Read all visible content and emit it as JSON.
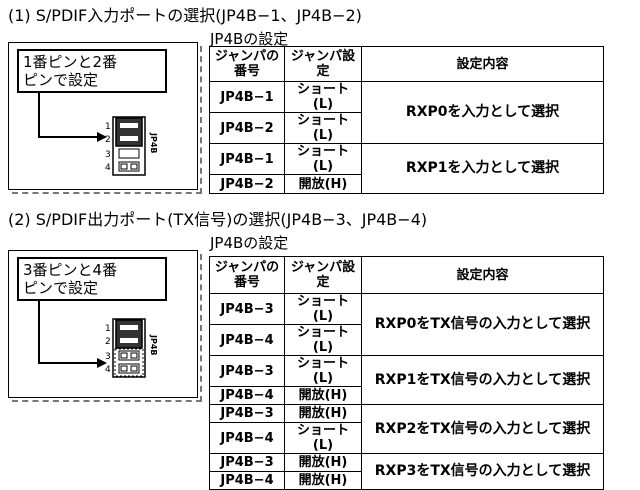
{
  "sections": [
    {
      "heading": "(1) S/PDIF入力ポートの選択(JP4B−1、JP4B−2)",
      "table_caption": "JP4Bの設定",
      "callout_lines": [
        "1番ピンと2番",
        "ピンで設定"
      ],
      "connector_label": "JP4B",
      "pin_numbers": [
        "1",
        "2",
        "3",
        "4"
      ],
      "columns": [
        "ジャンパの番号",
        "ジャンパ設定",
        "設定内容"
      ],
      "groups": [
        {
          "rows": [
            {
              "jumper": "JP4B−1",
              "setting": "ショート(L)"
            },
            {
              "jumper": "JP4B−2",
              "setting": "ショート(L)"
            }
          ],
          "content": "RXP0を入力として選択"
        },
        {
          "rows": [
            {
              "jumper": "JP4B−1",
              "setting": "ショート(L)"
            },
            {
              "jumper": "JP4B−2",
              "setting": "開放(H)"
            }
          ],
          "content": "RXP1を入力として選択"
        }
      ]
    },
    {
      "heading": "(2) S/PDIF出力ポート(TX信号)の選択(JP4B−3、JP4B−4)",
      "table_caption": "JP4Bの設定",
      "callout_lines": [
        "3番ピンと4番",
        "ピンで設定"
      ],
      "connector_label": "JP4B",
      "pin_numbers": [
        "1",
        "2",
        "3",
        "4"
      ],
      "columns": [
        "ジャンパの番号",
        "ジャンパ設定",
        "設定内容"
      ],
      "groups": [
        {
          "rows": [
            {
              "jumper": "JP4B−3",
              "setting": "ショート(L)"
            },
            {
              "jumper": "JP4B−4",
              "setting": "ショート(L)"
            }
          ],
          "content": "RXP0をTX信号の入力として選択"
        },
        {
          "rows": [
            {
              "jumper": "JP4B−3",
              "setting": "ショート(L)"
            },
            {
              "jumper": "JP4B−4",
              "setting": "開放(H)"
            }
          ],
          "content": "RXP1をTX信号の入力として選択"
        },
        {
          "rows": [
            {
              "jumper": "JP4B−3",
              "setting": "開放(H)"
            },
            {
              "jumper": "JP4B−4",
              "setting": "ショート(L)"
            }
          ],
          "content": "RXP2をTX信号の入力として選択"
        },
        {
          "rows": [
            {
              "jumper": "JP4B−3",
              "setting": "開放(H)"
            },
            {
              "jumper": "JP4B−4",
              "setting": "開放(H)"
            }
          ],
          "content": "RXP3をTX信号の入力として選択"
        }
      ]
    }
  ]
}
